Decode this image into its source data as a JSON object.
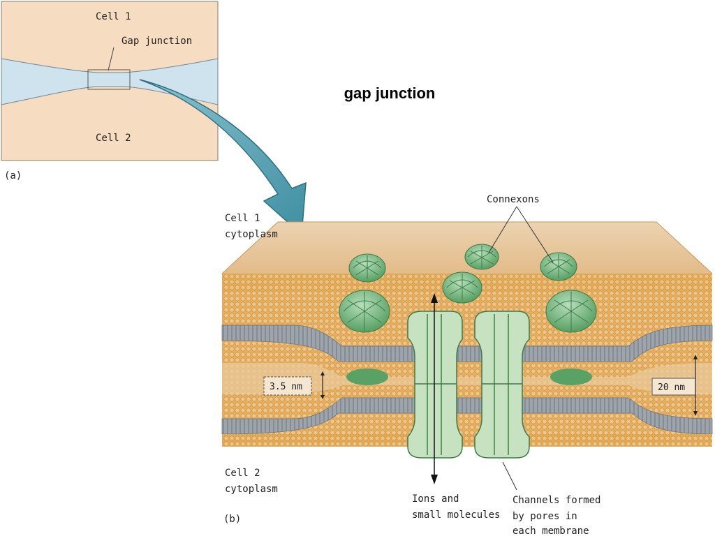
{
  "slide": {
    "title": "gap junction"
  },
  "panel_a": {
    "cell1": "Cell 1",
    "cell2": "Cell 2",
    "gap_label": "Gap junction",
    "letter": "(a)"
  },
  "panel_b": {
    "cell1_line1": "Cell 1",
    "cell1_line2": "cytoplasm",
    "cell2_line1": "Cell 2",
    "cell2_line2": "cytoplasm",
    "connexons": "Connexons",
    "gap_size": "3.5 nm",
    "membrane_size": "20 nm",
    "ions_line1": "Ions and",
    "ions_line2": "small molecules",
    "channels_line1": "Channels formed",
    "channels_line2": "by pores in",
    "channels_line3": "each membrane",
    "letter": "(b)"
  },
  "colors": {
    "panel_bg": "#f6dcc0",
    "space_blue": "#cfe3ef",
    "membrane_tan": "#e2b070",
    "head_orange": "#e4a850",
    "tail_gray": "#9aa0a8",
    "connexon_green": "#7db887",
    "channel_green": "#c7e2c0",
    "arrow_teal": "#5fa6b5"
  }
}
